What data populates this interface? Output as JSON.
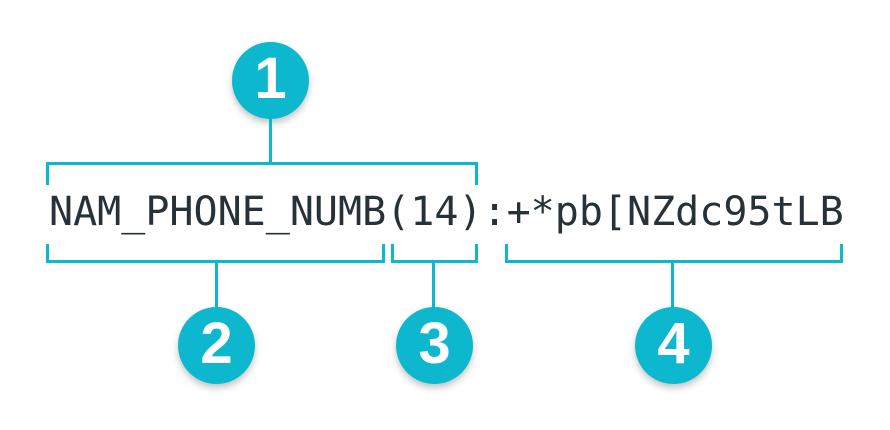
{
  "colors": {
    "accent": "#0db8ce",
    "text": "#263238",
    "callout_number": "#ffffff",
    "background": "#ffffff"
  },
  "code": {
    "full_text": "NAM_PHONE_NUMB(14):+*pb[NZdc95tLB",
    "segments": {
      "name": "NAM_PHONE_NUMB",
      "length": "(14)",
      "colon": ":",
      "value": "+*pb[NZdc95tLB"
    }
  },
  "callouts": {
    "one": {
      "number": "1",
      "covers": "NAM_PHONE_NUMB(14)"
    },
    "two": {
      "number": "2",
      "covers": "NAM_PHONE_NUMB"
    },
    "three": {
      "number": "3",
      "covers": "(14)"
    },
    "four": {
      "number": "4",
      "covers": "+*pb[NZdc95tLB"
    }
  }
}
